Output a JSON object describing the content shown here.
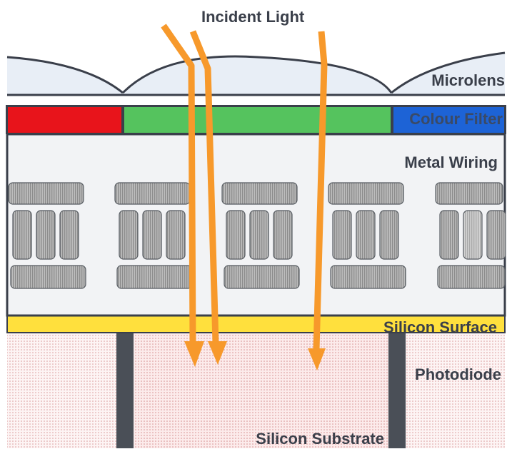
{
  "labels": {
    "incident_light": "Incident Light",
    "microlens": "Microlens",
    "colour_filter": "Colour Filter",
    "metal_wiring": "Metal Wiring",
    "silicon_surface": "Silicon Surface",
    "photodiode": "Photodiode",
    "silicon_substrate": "Silicon Substrate"
  },
  "colors": {
    "outline": "#3a3f4a",
    "lens_fill": "#e8eef6",
    "filter_red": "#e8141b",
    "filter_green": "#55c35e",
    "filter_blue": "#1d63d6",
    "wiring_bg": "#f2f3f5",
    "wire_fill": "#a9a9a9",
    "silicon_surface": "#ffe03d",
    "substrate_dots": "#d99a9a",
    "photodiode_walls": "#4a4f57",
    "light_rays": "#f7992b",
    "filter_label": "#3a4a66"
  },
  "colour_filter_cells": [
    "red",
    "green",
    "blue"
  ]
}
